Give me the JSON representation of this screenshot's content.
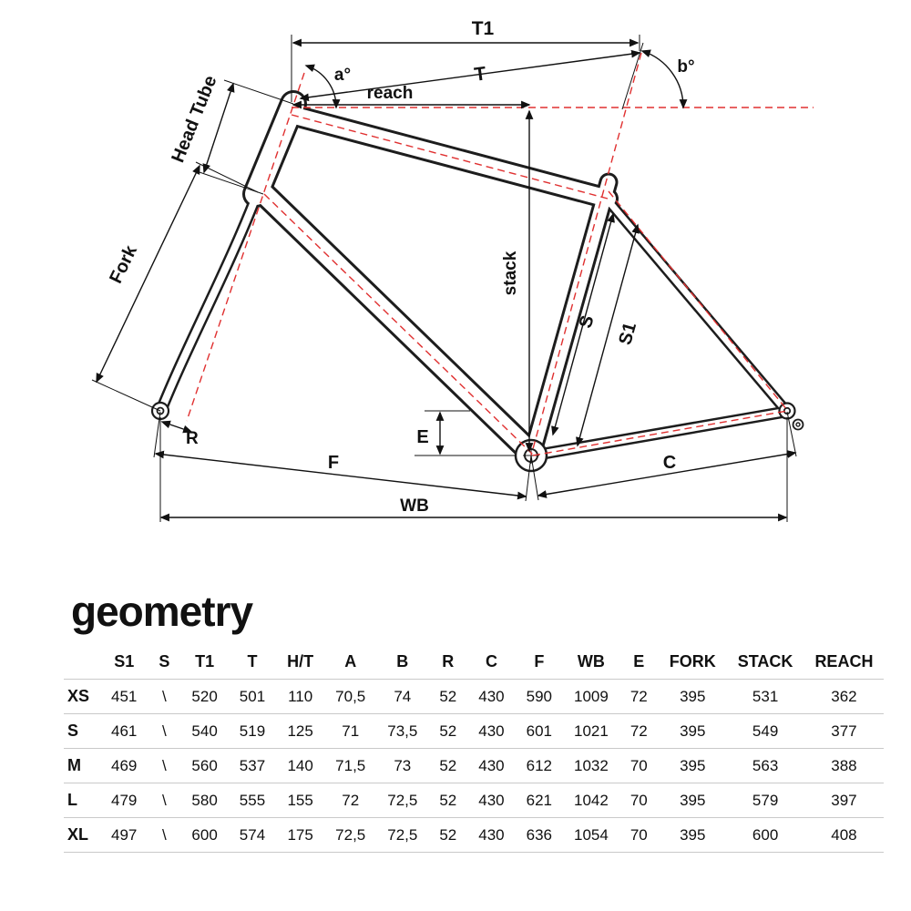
{
  "diagram": {
    "labels": {
      "t1": "T1",
      "t": "T",
      "reach": "reach",
      "a_angle": "a°",
      "b_angle": "b°",
      "head_tube": "Head Tube",
      "fork": "Fork",
      "stack": "stack",
      "s": "S",
      "s1": "S1",
      "r": "R",
      "e": "E",
      "f": "F",
      "c": "C",
      "wb": "WB"
    },
    "colors": {
      "frame": "#1d1d1d",
      "line": "#111111",
      "centerline": "#e03030"
    }
  },
  "section_title": "geometry",
  "table": {
    "columns": [
      "S1",
      "S",
      "T1",
      "T",
      "H/T",
      "A",
      "B",
      "R",
      "C",
      "F",
      "WB",
      "E",
      "FORK",
      "STACK",
      "REACH"
    ],
    "rows": [
      {
        "size": "XS",
        "values": [
          "451",
          "\\",
          "520",
          "501",
          "110",
          "70,5",
          "74",
          "52",
          "430",
          "590",
          "1009",
          "72",
          "395",
          "531",
          "362"
        ]
      },
      {
        "size": "S",
        "values": [
          "461",
          "\\",
          "540",
          "519",
          "125",
          "71",
          "73,5",
          "52",
          "430",
          "601",
          "1021",
          "72",
          "395",
          "549",
          "377"
        ]
      },
      {
        "size": "M",
        "values": [
          "469",
          "\\",
          "560",
          "537",
          "140",
          "71,5",
          "73",
          "52",
          "430",
          "612",
          "1032",
          "70",
          "395",
          "563",
          "388"
        ]
      },
      {
        "size": "L",
        "values": [
          "479",
          "\\",
          "580",
          "555",
          "155",
          "72",
          "72,5",
          "52",
          "430",
          "621",
          "1042",
          "70",
          "395",
          "579",
          "397"
        ]
      },
      {
        "size": "XL",
        "values": [
          "497",
          "\\",
          "600",
          "574",
          "175",
          "72,5",
          "72,5",
          "52",
          "430",
          "636",
          "1054",
          "70",
          "395",
          "600",
          "408"
        ]
      }
    ]
  }
}
